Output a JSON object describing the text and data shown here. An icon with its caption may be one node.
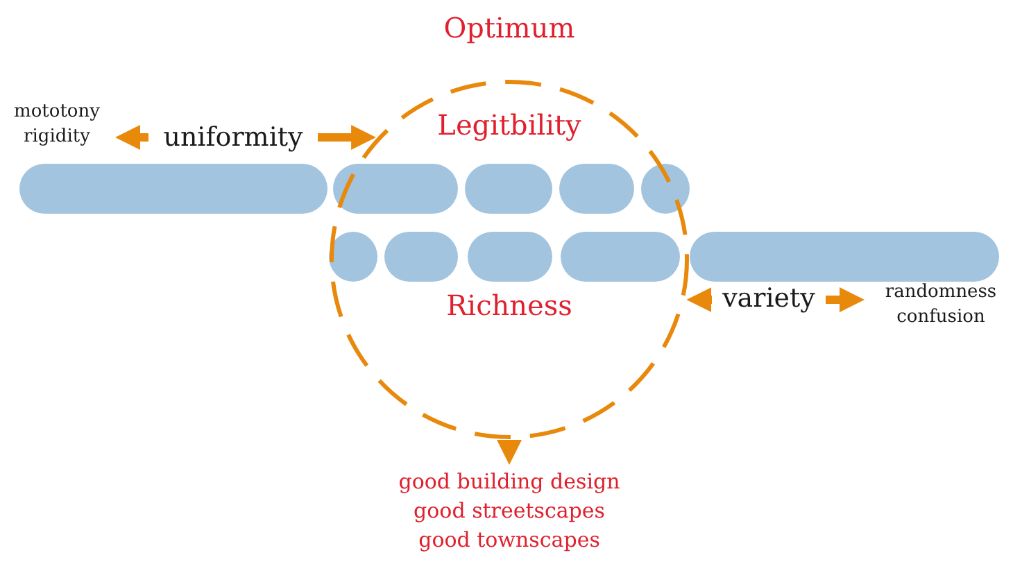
{
  "diagram": {
    "nodes": [
      {
        "text": [
          "Optimum",
          "Legitbility",
          "Richness"
        ]
      },
      {
        "text": [
          "uniformity"
        ]
      },
      {
        "text": [
          "mototony rigidity"
        ]
      },
      {
        "text": [
          "variety"
        ]
      },
      {
        "text": [
          "randomness confusion"
        ]
      },
      {
        "text": [
          "good building design",
          "good streetscapes",
          "good townscapes"
        ]
      }
    ],
    "edges": [
      {
        "from": 1,
        "to": 2,
        "arrow": "to"
      },
      {
        "from": 1,
        "to": 0,
        "arrow": "to"
      },
      {
        "from": 3,
        "to": 0,
        "arrow": "to"
      },
      {
        "from": 3,
        "to": 4,
        "arrow": "to"
      },
      {
        "from": 0,
        "to": 5,
        "arrow": "to"
      }
    ]
  }
}
